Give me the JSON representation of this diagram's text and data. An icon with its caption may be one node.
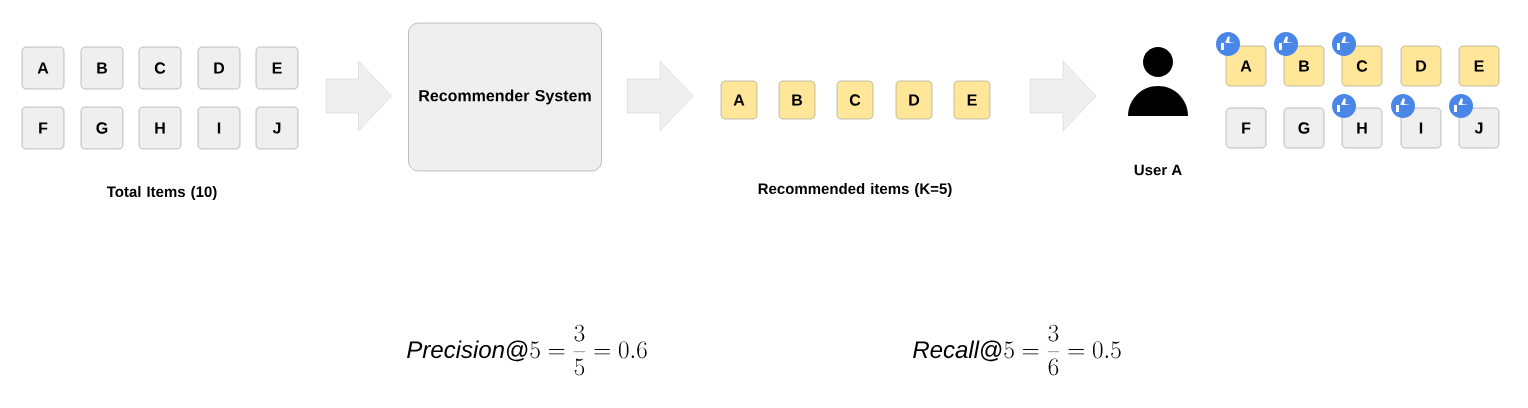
{
  "diagram": {
    "nodes": [
      {
        "text": [
          "A"
        ]
      },
      {
        "text": [
          "B"
        ]
      },
      {
        "text": [
          "C"
        ]
      },
      {
        "text": [
          "D"
        ]
      },
      {
        "text": [
          "E"
        ]
      },
      {
        "text": [
          "F"
        ]
      },
      {
        "text": [
          "G"
        ]
      },
      {
        "text": [
          "H"
        ]
      },
      {
        "text": [
          "I"
        ]
      },
      {
        "text": [
          "J"
        ]
      },
      {
        "text": [
          "Recommender System"
        ]
      },
      {
        "text": [
          "A"
        ]
      },
      {
        "text": [
          "B"
        ]
      },
      {
        "text": [
          "C"
        ]
      },
      {
        "text": [
          "D"
        ]
      },
      {
        "text": [
          "E"
        ]
      },
      {
        "text": [],
        "shape": "person",
        "beside": [
          "User A"
        ]
      },
      {
        "text": [
          "A"
        ]
      },
      {
        "text": [
          "B"
        ]
      },
      {
        "text": [
          "C"
        ]
      },
      {
        "text": [
          "D"
        ]
      },
      {
        "text": [
          "E"
        ]
      },
      {
        "text": [
          "F"
        ]
      },
      {
        "text": [
          "G"
        ]
      },
      {
        "text": [
          "H"
        ]
      },
      {
        "text": [
          "I"
        ]
      },
      {
        "text": [
          "J"
        ]
      }
    ],
    "edges": [
      {
        "from": null,
        "to": 10,
        "arrow": "to"
      },
      {
        "from": 10,
        "to": 11,
        "arrow": "to"
      },
      {
        "from": 15,
        "to": 16,
        "arrow": "to"
      }
    ],
    "labels": [
      "Total Items (10)",
      "Recommended items (K=5)",
      "\\mathit{Precision}@5 = \\frac{3}{5} = 0.6",
      "\\mathit{Recall}@5 = \\frac{3}{6} = 0.5"
    ]
  }
}
